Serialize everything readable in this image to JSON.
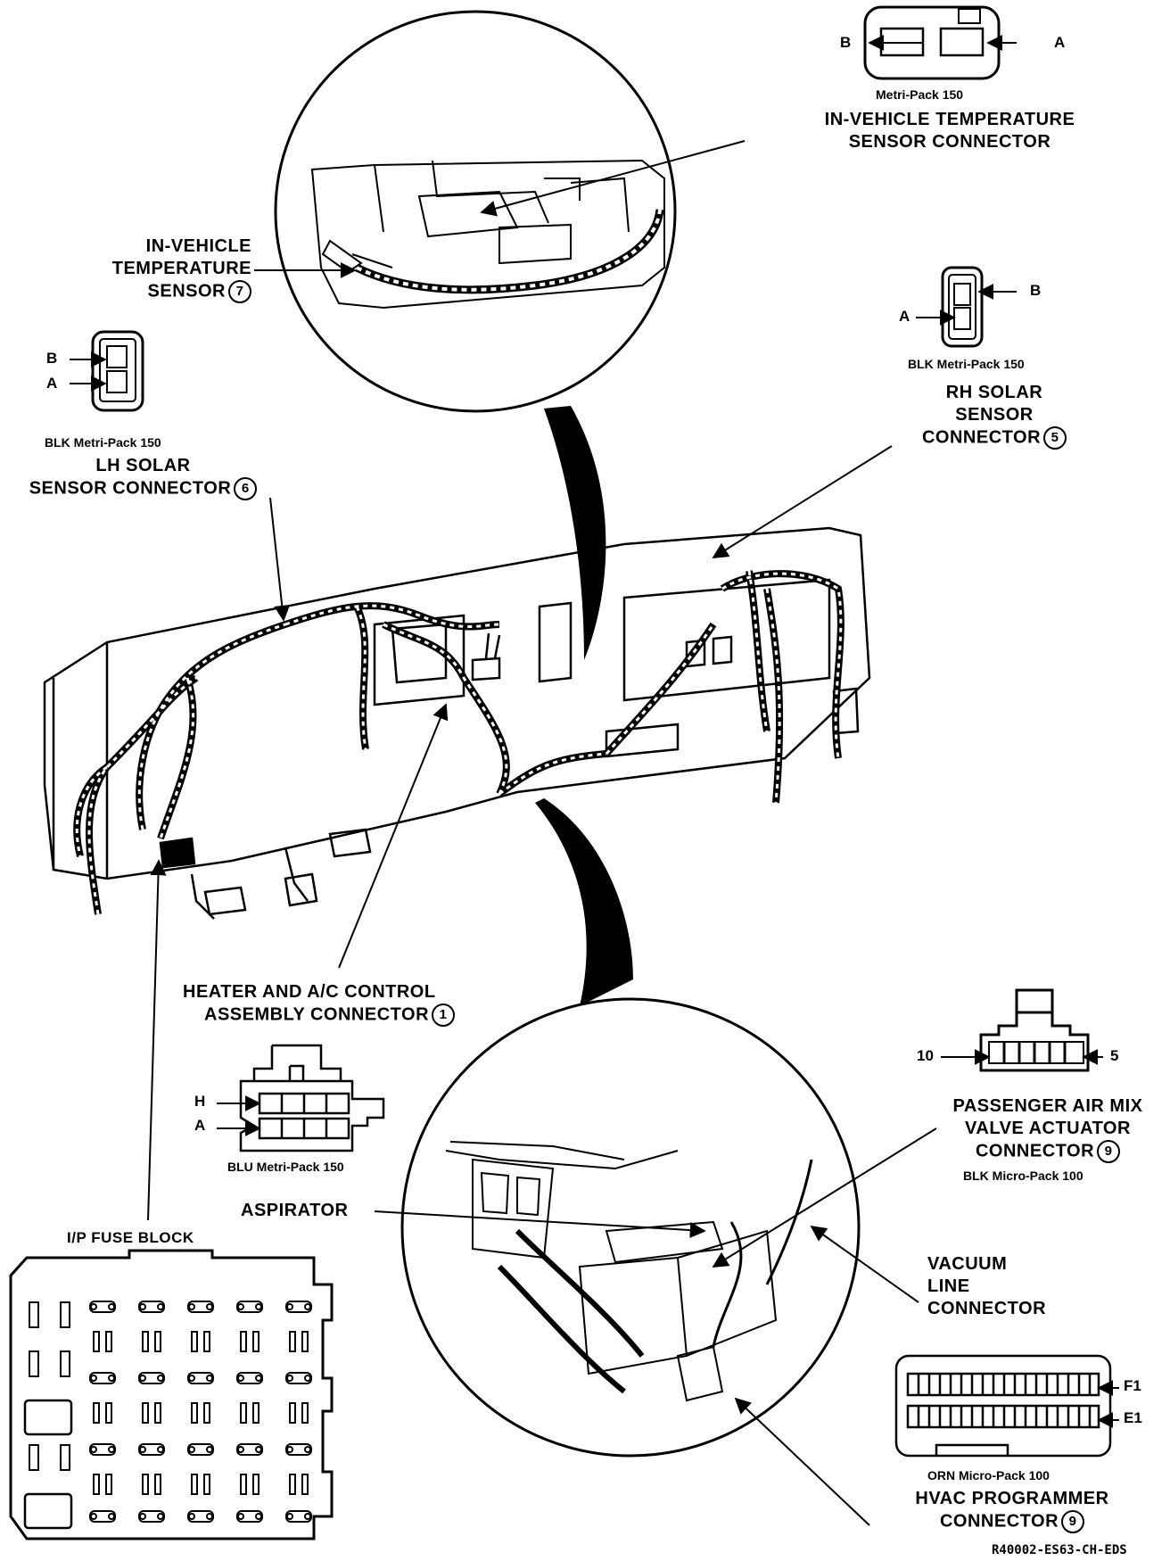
{
  "labels": {
    "metripack_top": "Metri-Pack 150",
    "iv_temp_connector_l1": "IN-VEHICLE TEMPERATURE",
    "iv_temp_connector_l2": "SENSOR CONNECTOR",
    "iv_temp_sensor_l1": "IN-VEHICLE",
    "iv_temp_sensor_l2": "TEMPERATURE",
    "iv_temp_sensor_l3": "SENSOR",
    "iv_temp_sensor_num": "7",
    "lh_pack": "BLK Metri-Pack 150",
    "lh_l1": "LH SOLAR",
    "lh_l2": "SENSOR CONNECTOR",
    "lh_num": "6",
    "rh_pack": "BLK Metri-Pack 150",
    "rh_l1": "RH SOLAR",
    "rh_l2": "SENSOR",
    "rh_l3": "CONNECTOR",
    "rh_num": "5",
    "hvac_ctl_l1": "HEATER AND A/C CONTROL",
    "hvac_ctl_l2": "ASSEMBLY CONNECTOR",
    "hvac_ctl_num": "1",
    "blu_pack": "BLU Metri-Pack 150",
    "aspirator": "ASPIRATOR",
    "fuse_block": "I/P FUSE BLOCK",
    "air_mix_l1": "PASSENGER AIR MIX",
    "air_mix_l2": "VALVE ACTUATOR",
    "air_mix_l3": "CONNECTOR",
    "air_mix_num": "9",
    "air_mix_pack": "BLK Micro-Pack 100",
    "vacuum_l1": "VACUUM",
    "vacuum_l2": "LINE",
    "vacuum_l3": "CONNECTOR",
    "orn_pack": "ORN Micro-Pack 100",
    "prog_l1": "HVAC PROGRAMMER",
    "prog_l2": "CONNECTOR",
    "prog_num": "9",
    "figure_code": "R40002-ES63-CH-EDS"
  },
  "pins": {
    "top_b": "B",
    "top_a": "A",
    "rh_b": "B",
    "rh_a": "A",
    "lh_b": "B",
    "lh_a": "A",
    "hvac_h": "H",
    "hvac_a": "A",
    "air_10": "10",
    "air_5": "5",
    "prog_f1": "F1",
    "prog_e1": "E1"
  }
}
